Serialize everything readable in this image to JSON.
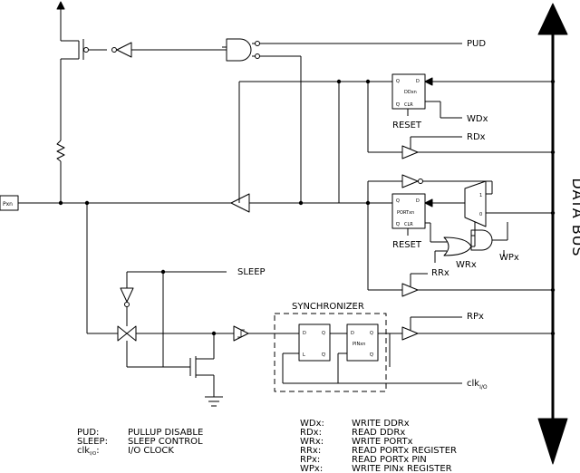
{
  "pin": {
    "name": "Pxn"
  },
  "signals": {
    "pud": "PUD",
    "wdx": "WDx",
    "rdx": "RDx",
    "wrx": "WRx",
    "wpx": "WPx",
    "rrx": "RRx",
    "rpx": "RPx",
    "sleep": "SLEEP",
    "clk": "clk",
    "clk_sub": "I/O"
  },
  "ddr": {
    "q": "Q",
    "d": "D",
    "name": "DDxn",
    "qbar": "Q",
    "clr": "CLR",
    "reset": "RESET"
  },
  "port": {
    "q": "Q",
    "d": "D",
    "name": "PORTxn",
    "qbar": "Q",
    "clr": "CLR",
    "reset": "RESET"
  },
  "mux": {
    "in1": "1",
    "in0": "0"
  },
  "sync": {
    "title": "SYNCHRONIZER",
    "d1": "D",
    "q1": "Q",
    "l": "L",
    "qbar1": "Q",
    "d2": "D",
    "q2": "Q",
    "name2": "PINxn",
    "qbar2": "Q"
  },
  "bus": {
    "label": "DATA BUS"
  },
  "legend_left": [
    {
      "abbr": "PUD:",
      "desc": "PULLUP DISABLE"
    },
    {
      "abbr": "SLEEP:",
      "desc": "SLEEP CONTROL"
    },
    {
      "abbr": "clk",
      "sub": "I/O",
      "suffix": ":",
      "desc": "I/O CLOCK"
    }
  ],
  "legend_right": [
    {
      "abbr": "WDx:",
      "desc": "WRITE DDRx"
    },
    {
      "abbr": "RDx:",
      "desc": "READ DDRx"
    },
    {
      "abbr": "WRx:",
      "desc": "WRITE PORTx"
    },
    {
      "abbr": "RRx:",
      "desc": "READ PORTx REGISTER"
    },
    {
      "abbr": "RPx:",
      "desc": "READ PORTx PIN"
    },
    {
      "abbr": "WPx:",
      "desc": "WRITE PINx REGISTER"
    }
  ]
}
